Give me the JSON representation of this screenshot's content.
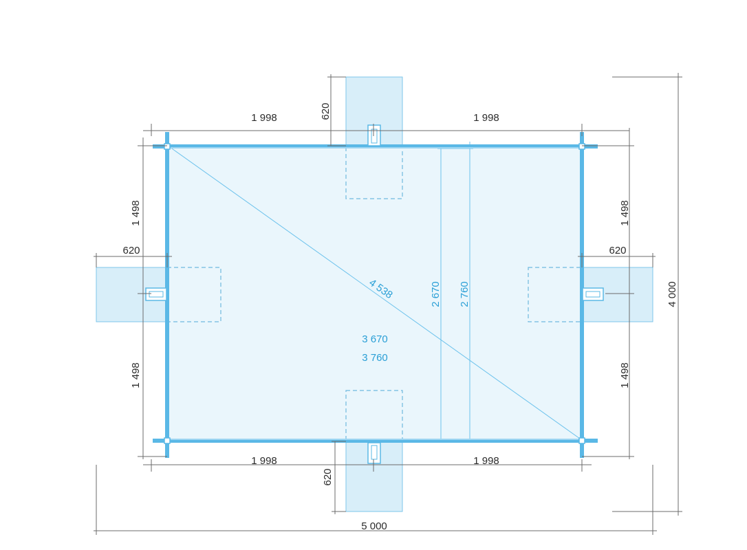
{
  "dimensions": {
    "top_left": "1 998",
    "top_right": "1 998",
    "bottom_left": "1 998",
    "bottom_right": "1 998",
    "left_upper": "1 498",
    "left_lower": "1 498",
    "right_upper": "1 498",
    "right_lower": "1 498",
    "top_opening": "620",
    "bottom_opening": "620",
    "left_opening": "620",
    "right_opening": "620",
    "overall_width": "5 000",
    "overall_height": "4 000"
  },
  "interior": {
    "diagonal": "4 538",
    "inner_width": "3 670",
    "outer_width": "3 760",
    "inner_depth": "2 670",
    "outer_depth": "2 760"
  },
  "colors": {
    "wall": "#5ab8e6",
    "floor": "#eaf6fc",
    "label_blue": "#2a9fd6",
    "dimension_line": "#6b6b6b"
  }
}
